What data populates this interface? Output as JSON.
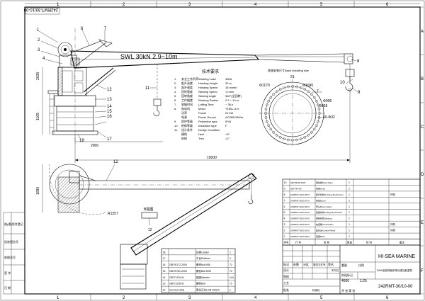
{
  "sheet": {
    "drawing_code_rotated": "242RMT-30/10-00",
    "col_labels": [
      "1",
      "2",
      "3",
      "4",
      "5",
      "6"
    ],
    "row_labels": [
      "A",
      "B",
      "C",
      "D",
      "E",
      "F"
    ],
    "left_strip": [
      "借(通)用件登记",
      "旧底图总号",
      "底图总号",
      "签  字",
      "日  期"
    ]
  },
  "elevation": {
    "swl_label": "SWL 30kN 2.9~10m",
    "part_numbers": [
      "1",
      "2",
      "3",
      "4",
      "5",
      "6",
      "7",
      "8",
      "9",
      "10",
      "11",
      "12",
      "13",
      "14",
      "15",
      "16",
      "17",
      "18"
    ],
    "dims": {
      "height_upper": "2035",
      "height_lower": "1165",
      "base_width": "2900",
      "jib_length": "10000"
    }
  },
  "specs": {
    "title": "技术要求",
    "rows": [
      {
        "n": "1.",
        "cn": "安全工作负荷",
        "en": "Working Load",
        "val": "30kN"
      },
      {
        "n": "2.",
        "cn": "起升高度",
        "en": "Hoisting Height",
        "val": "30 m"
      },
      {
        "n": "3.",
        "cn": "起升速度",
        "en": "Hoisting Speed",
        "val": "18 m/min"
      },
      {
        "n": "4.",
        "cn": "回转速度",
        "en": "Slewing  Speed",
        "val": "1 r/min"
      },
      {
        "n": "5.",
        "cn": "回转角度",
        "en": "Slewing  Angle",
        "val": "360°(全回转)"
      },
      {
        "n": "6.",
        "cn": "工作幅度",
        "en": "Working Radius",
        "val": "2.9 ~ 10 m"
      },
      {
        "n": "7.",
        "cn": "变幅时间",
        "en": "Luffing  Time",
        "val": "~ 38 s"
      },
      {
        "n": "8.",
        "cn": "电动机",
        "en": "Motor",
        "val": "Y180L-4-H"
      },
      {
        "n": "",
        "cn": "功率",
        "en": "Power",
        "val": "22 kW"
      },
      {
        "n": "",
        "cn": "电源",
        "en": "Power Source",
        "val": "AC380V/50Hz"
      },
      {
        "n": "9.",
        "cn": "防护等级",
        "en": "Protection type",
        "val": "IP44"
      },
      {
        "n": "10.",
        "cn": "绝缘等级",
        "en": "Insulation type",
        "val": "F"
      },
      {
        "n": "11.",
        "cn": "设计条件",
        "en": "Design Condition",
        "val": ""
      },
      {
        "n": "",
        "cn": "横倾",
        "en": "Heel",
        "val": "<5°"
      },
      {
        "n": "",
        "cn": "纵倾",
        "en": "Trim",
        "val": "<2°"
      }
    ]
  },
  "base": {
    "title": "底座安装尺寸Base installing size",
    "dims": {
      "outer": "Φ1170",
      "pcd": "Φ1090",
      "inner": "Φ906",
      "mid": "Φ958",
      "bolt_spec": "40-Φ32",
      "count": "21",
      "ref": "7"
    }
  },
  "plan": {
    "dims": {
      "radius": "R1257",
      "left_height": "1090"
    },
    "part_12": "12"
  },
  "view_b": {
    "label": "B视图",
    "part_12": "12"
  },
  "bom_right": {
    "rows": [
      {
        "no": "10",
        "code": "GB/T8918-2006",
        "name": "钢丝绳Steel Rope",
        "qty": "1",
        "mat": "",
        "note": ""
      },
      {
        "no": "9",
        "code": "GB/T4/4-80",
        "name": "吊钩Hook",
        "qty": "1",
        "mat": "",
        "note": ""
      },
      {
        "no": "8",
        "code": "242RMT-30/10-05-0",
        "name": "起升机构Hoisting Mechanism",
        "qty": "1",
        "mat": "",
        "note": "外购"
      },
      {
        "no": "7",
        "code": "242RMT-30/10-07-0",
        "name": "吊臂Boom",
        "qty": "1",
        "mat": "",
        "note": ""
      },
      {
        "no": "6",
        "code": "242RMT-30/10-06-0",
        "name": "臂头Boom Head",
        "qty": "1",
        "mat": "",
        "note": ""
      },
      {
        "no": "5",
        "code": "242RMT-30/10-04-0",
        "name": "变幅机构Luffing Mechanism",
        "qty": "1",
        "mat": "",
        "note": ""
      },
      {
        "no": "4",
        "code": "242RMT-30/10-03-0",
        "name": "回转机构Slewing",
        "qty": "1",
        "mat": "",
        "note": ""
      },
      {
        "no": "3",
        "code": "242RMT-30/10-02-0",
        "name": "电控箱Control Box",
        "qty": "1",
        "mat": "",
        "note": "外购"
      },
      {
        "no": "2",
        "code": "242RMT-30/10-01-0",
        "name": "操纵台Control Panel",
        "qty": "1",
        "mat": "",
        "note": "外购"
      },
      {
        "no": "1",
        "code": "242RMT-30/10-08-0",
        "name": "底座Base",
        "qty": "1",
        "mat": "",
        "note": ""
      }
    ],
    "header": {
      "no": "序号",
      "code": "代  号",
      "name": "名   称",
      "qty": "数量",
      "mat": "材  料",
      "note": "备注"
    }
  },
  "bom_left": {
    "rows": [
      {
        "no": "18",
        "code": "",
        "name": "扶梯Ladder",
        "qty": "1"
      },
      {
        "no": "17",
        "code": "",
        "name": "平台Platform",
        "qty": "1"
      },
      {
        "no": "16",
        "code": "GB/T6172-2000",
        "name": "螺母Nut M30",
        "qty": "72"
      },
      {
        "no": "15",
        "code": "GB/T5781-2000",
        "name": "螺栓Bolt M30",
        "qty": "72"
      },
      {
        "no": "14",
        "code": "GB/T1229-91",
        "name": "垫圈Washer",
        "qty": "144"
      },
      {
        "no": "13",
        "code": "GB/T1228-91",
        "name": "螺栓Bolt",
        "qty": "72"
      },
      {
        "no": "12",
        "code": "013.4(J.1120)",
        "name": "限位开关Limit Switch",
        "qty": "1"
      }
    ]
  },
  "title_block": {
    "company": "HI-SEA MARINE",
    "product": "30kN全回转船用电动液压起重机",
    "drawing_no": "242RMT-30/10-00",
    "scale_label": "比例",
    "scale": "1:25",
    "weight_label": "重量",
    "weight": "4600",
    "stage_label": "阶段标记",
    "sheet_label": "共  张  第  张",
    "rows": [
      "标记",
      "处数",
      "分区",
      "更改文件号",
      "签名",
      "年月日"
    ],
    "roles": [
      "设计",
      "审核",
      "工艺",
      "标准化",
      "批准"
    ]
  }
}
